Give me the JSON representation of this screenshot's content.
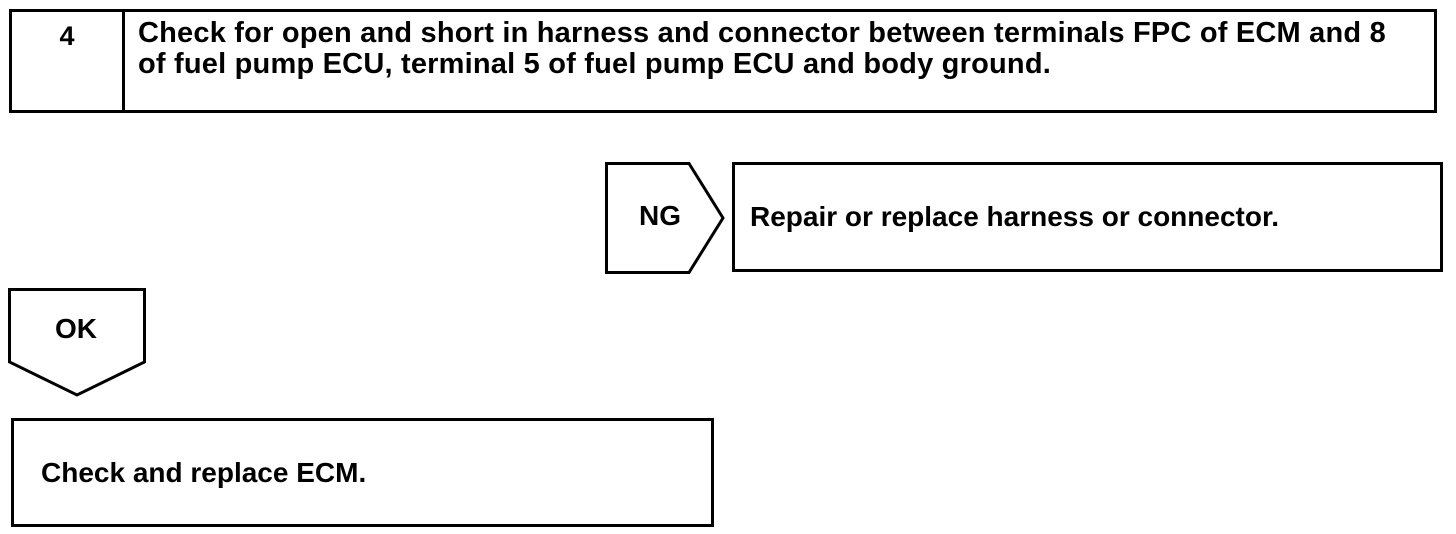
{
  "step": {
    "number": "4",
    "title": "Check for open and short in harness and connector between terminals FPC of ECM and 8 of fuel pump ECU, terminal 5 of fuel pump ECU and body ground."
  },
  "ng_branch": {
    "label": "NG",
    "action": "Repair or replace harness or connector."
  },
  "ok_branch": {
    "label": "OK",
    "action": "Check and replace ECM."
  }
}
